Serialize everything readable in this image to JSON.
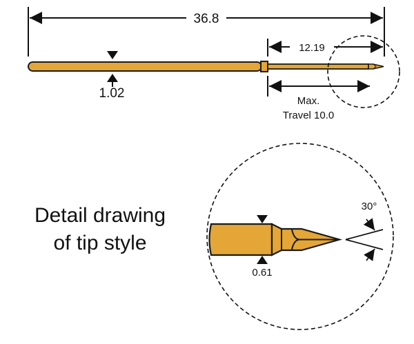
{
  "colors": {
    "pin_body": "#E3A637",
    "pin_outline": "#1a1a1a",
    "dimension_lines": "#111111",
    "background": "#ffffff"
  },
  "dimensions": {
    "overall_length": "36.8",
    "plunger_length": "12.19",
    "barrel_diameter": "1.02",
    "max_travel_line1": "Max.",
    "max_travel_line2": "Travel 10.0",
    "tip_diameter": "0.61",
    "tip_angle": "30°"
  },
  "detail": {
    "caption_line1": "Detail drawing",
    "caption_line2": "of tip style"
  }
}
